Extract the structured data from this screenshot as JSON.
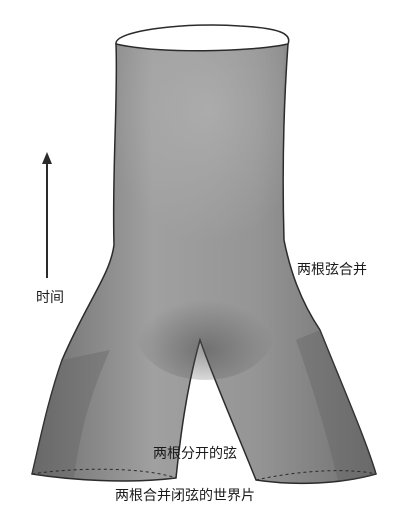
{
  "diagram": {
    "labels": {
      "time_axis": "时间",
      "merge": "两根弦合并",
      "split": "两根分开的弦",
      "caption": "两根合并闭弦的世界片"
    },
    "colors": {
      "sheet_fill": "#8c8c8c",
      "sheet_shadow": "#5f5f5f",
      "sheet_highlight": "#b3b3b3",
      "outline": "#2b2b2b",
      "arrow": "#2b2b2b",
      "text": "#1a1a1a",
      "top_opening": "#ffffff"
    }
  }
}
